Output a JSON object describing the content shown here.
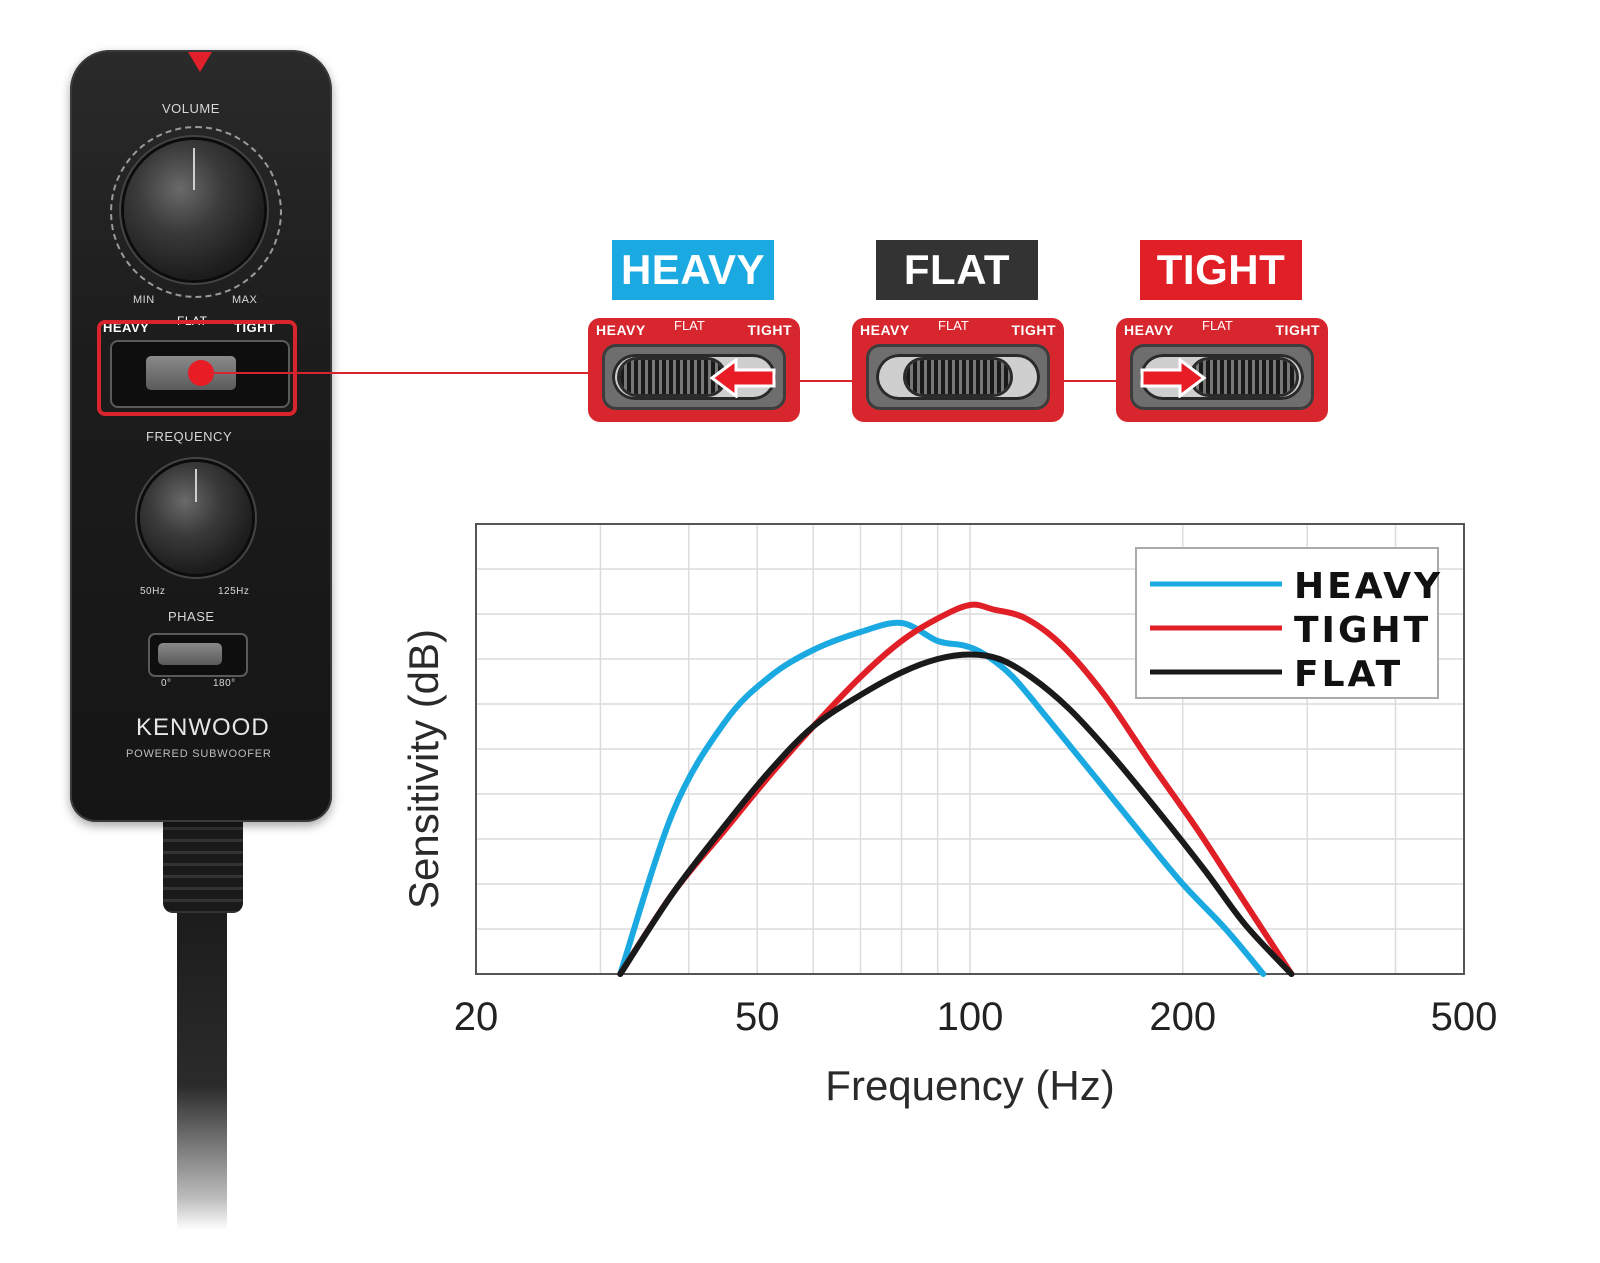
{
  "remote": {
    "volume_label": "VOLUME",
    "min_label": "MIN",
    "max_label": "MAX",
    "heavy_label": "HEAVY",
    "flat_label": "FLAT",
    "tight_label": "TIGHT",
    "frequency_label": "FREQUENCY",
    "freq_low": "50Hz",
    "freq_high": "125Hz",
    "phase_label": "PHASE",
    "phase_0": "0°",
    "phase_180": "180°",
    "brand": "KENWOOD",
    "product": "POWERED SUBWOOFER"
  },
  "modes": [
    {
      "name": "HEAVY",
      "color": "#1ba9e1",
      "position": "left",
      "arrow": "left"
    },
    {
      "name": "FLAT",
      "color": "#333333",
      "position": "center",
      "arrow": "none"
    },
    {
      "name": "TIGHT",
      "color": "#e01f26",
      "position": "right",
      "arrow": "right"
    }
  ],
  "switch_labels": {
    "heavy": "HEAVY",
    "flat": "FLAT",
    "tight": "TIGHT"
  },
  "chart_data": {
    "type": "line",
    "xlabel": "Frequency (Hz)",
    "ylabel": "Sensitivity (dB)",
    "x_scale": "log",
    "xlim": [
      20,
      500
    ],
    "x_ticks": [
      20,
      50,
      100,
      200,
      500
    ],
    "ylim": [
      0,
      10
    ],
    "grid": true,
    "legend": "top-right",
    "series": [
      {
        "name": "HEAVY",
        "color": "#1ba9e1",
        "x": [
          32,
          38,
          45,
          52,
          60,
          70,
          80,
          90,
          98,
          105,
          115,
          130,
          150,
          175,
          200,
          230,
          260
        ],
        "y": [
          0,
          3.6,
          5.6,
          6.6,
          7.2,
          7.6,
          7.8,
          7.4,
          7.3,
          7.1,
          6.6,
          5.6,
          4.4,
          3.1,
          2.0,
          1.0,
          0
        ]
      },
      {
        "name": "TIGHT",
        "color": "#e01f26",
        "x": [
          32,
          38,
          45,
          52,
          60,
          70,
          80,
          90,
          100,
          108,
          120,
          135,
          155,
          180,
          210,
          240,
          285
        ],
        "y": [
          0,
          1.8,
          3.2,
          4.4,
          5.5,
          6.6,
          7.4,
          7.9,
          8.2,
          8.1,
          7.9,
          7.3,
          6.2,
          4.7,
          3.2,
          1.8,
          0
        ]
      },
      {
        "name": "FLAT",
        "color": "#1a1a1a",
        "x": [
          32,
          38,
          45,
          52,
          60,
          70,
          80,
          90,
          100,
          110,
          122,
          138,
          158,
          185,
          215,
          245,
          285
        ],
        "y": [
          0,
          1.8,
          3.3,
          4.5,
          5.5,
          6.2,
          6.7,
          7.0,
          7.1,
          7.0,
          6.6,
          5.9,
          4.9,
          3.6,
          2.3,
          1.1,
          0
        ]
      }
    ]
  }
}
